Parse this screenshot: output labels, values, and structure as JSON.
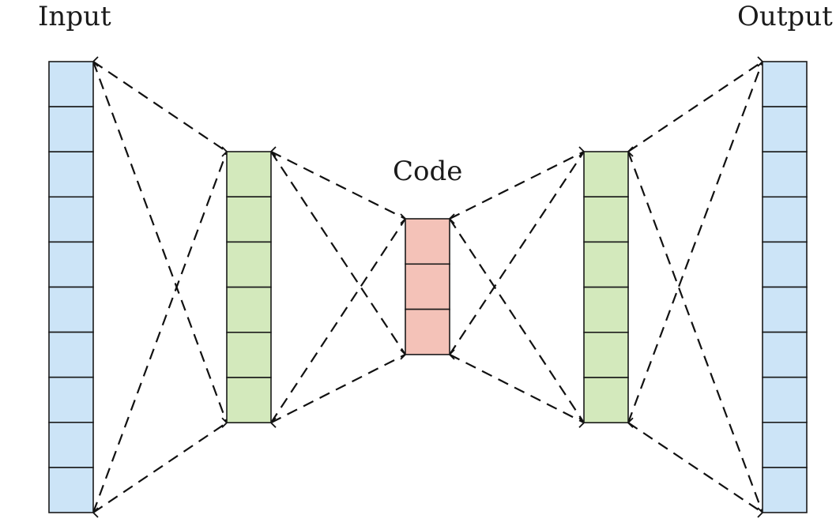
{
  "labels": {
    "input": "Input",
    "code": "Code",
    "output": "Output"
  },
  "layers": [
    {
      "name": "input",
      "units": 10,
      "color": "#cce4f7"
    },
    {
      "name": "encoder-hidden",
      "units": 6,
      "color": "#d3e9bc"
    },
    {
      "name": "code",
      "units": 3,
      "color": "#f4c2b8"
    },
    {
      "name": "decoder-hidden",
      "units": 6,
      "color": "#d3e9bc"
    },
    {
      "name": "output",
      "units": 10,
      "color": "#cce4f7"
    }
  ],
  "colors": {
    "stroke": "#1a1a1a",
    "connection": "#111111"
  }
}
